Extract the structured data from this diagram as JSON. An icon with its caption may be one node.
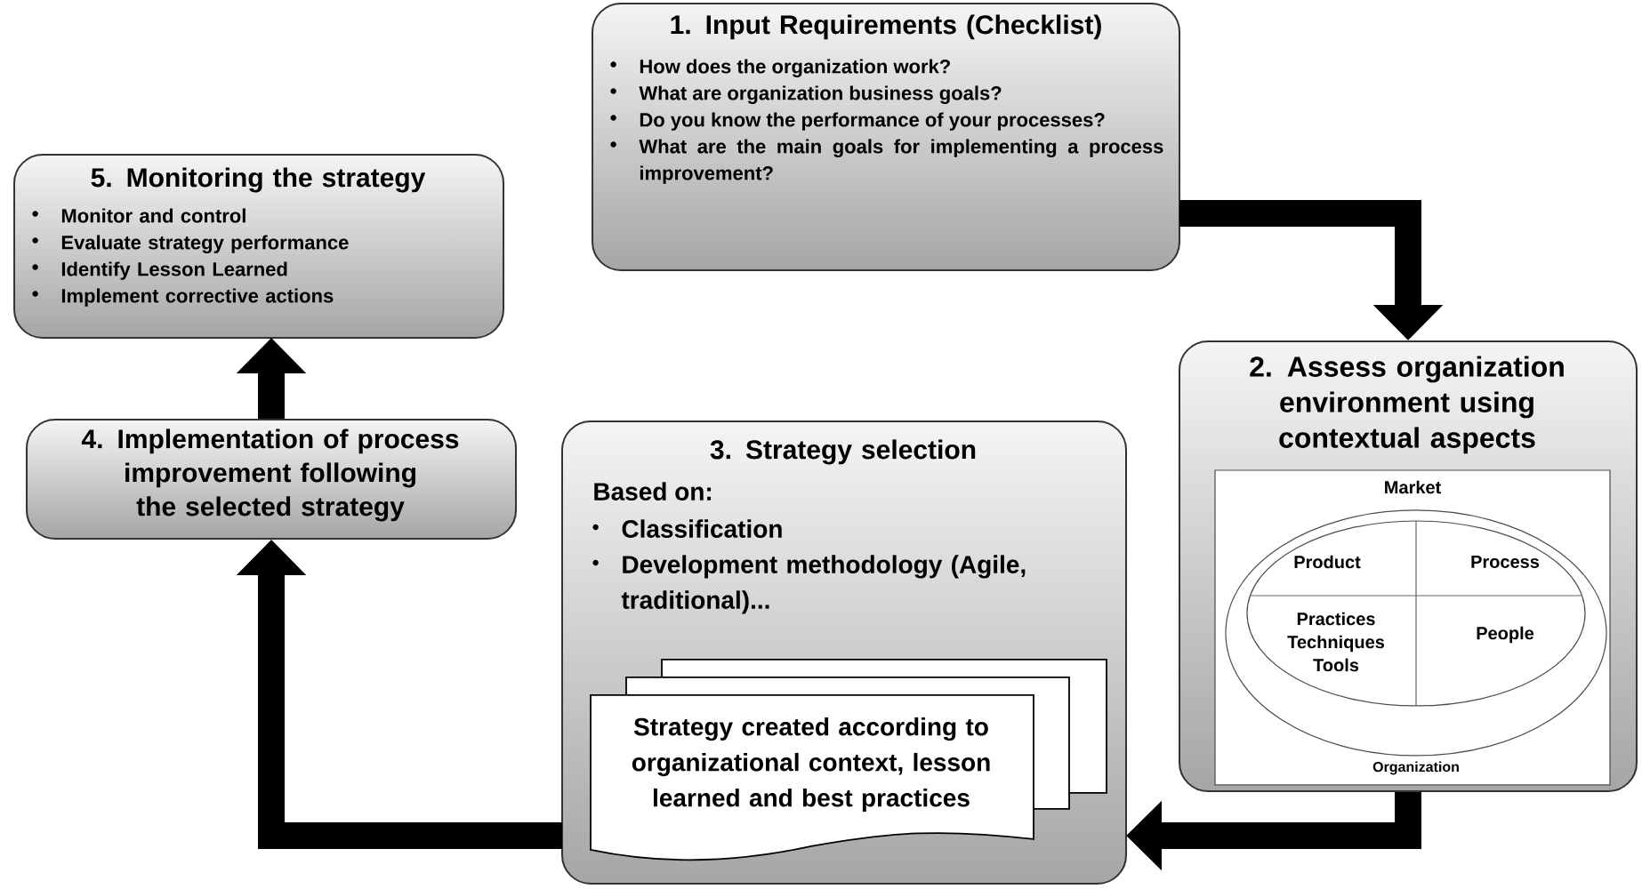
{
  "diagram": {
    "nodes": [
      {
        "text": [
          "1. Input Requirements (Checklist)",
          "How does the organization work?",
          "What are organization business goals?",
          "Do you know the performance of your processes?",
          "What are the main goals for implementing a process improvement?"
        ]
      },
      {
        "text": [
          "2. Assess organization environment using contextual aspects"
        ]
      },
      {
        "text": [
          "Market"
        ],
        "in": 1
      },
      {
        "text": [
          "Organization"
        ],
        "in": 2
      },
      {
        "text": [
          "Product",
          "Process",
          "Practices Techniques Tools",
          "People"
        ],
        "in": 3
      },
      {
        "text": [
          "3. Strategy selection",
          "Based on:",
          "Classification",
          "Development methodology (Agile, traditional)..."
        ]
      },
      {
        "text": [
          "Strategy created according to organizational context, lesson learned and best practices"
        ],
        "in": 5
      },
      {
        "text": [
          "4. Implementation of process improvement following the selected strategy"
        ]
      },
      {
        "text": [
          "5. Monitoring the strategy",
          "Monitor and control",
          "Evaluate strategy performance",
          "Identify Lesson Learned",
          "Implement corrective actions"
        ]
      }
    ],
    "edges": [
      {
        "from": 0,
        "to": 1,
        "arrow": "to"
      },
      {
        "from": 1,
        "to": 5,
        "arrow": "to"
      },
      {
        "from": 5,
        "to": 7,
        "arrow": "to"
      },
      {
        "from": 7,
        "to": 8,
        "arrow": "to"
      }
    ]
  }
}
